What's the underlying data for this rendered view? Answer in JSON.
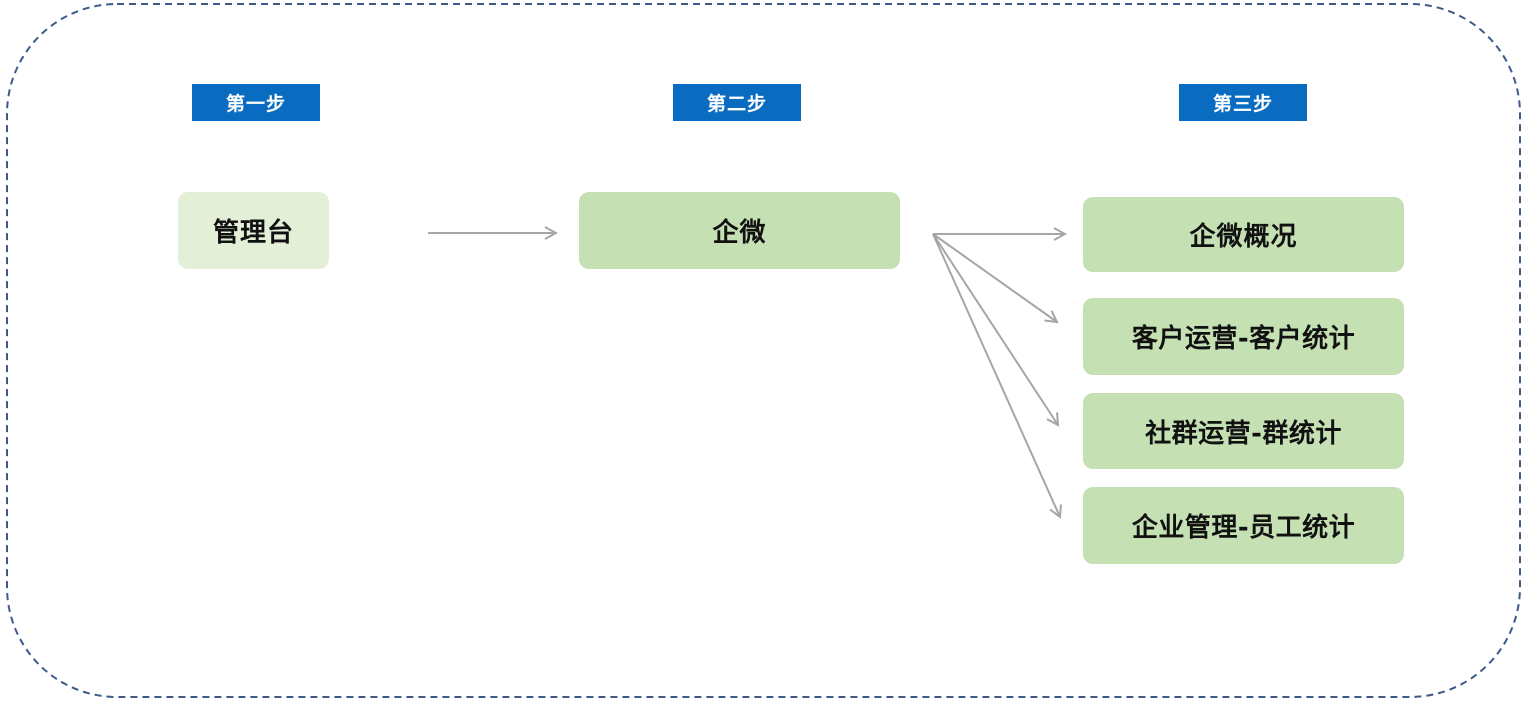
{
  "colors": {
    "step_label_bg": "#0a6cc0",
    "node_light_bg": "#e3efd6",
    "node_green_bg": "#c5e0b3",
    "arrow": "#a6a6a6",
    "frame": "#3d5a8a"
  },
  "steps": [
    {
      "label": "第一步"
    },
    {
      "label": "第二步"
    },
    {
      "label": "第三步"
    }
  ],
  "nodes": {
    "admin": "管理台",
    "wecom": "企微",
    "overview": "企微概况",
    "customer_stats": "客户运营-客户统计",
    "group_stats": "社群运营-群统计",
    "staff_stats": "企业管理-员工统计"
  }
}
